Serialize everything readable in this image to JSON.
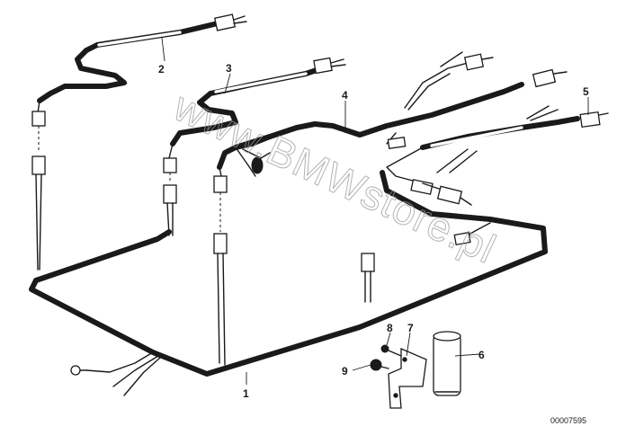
{
  "callouts": [
    {
      "id": "1",
      "label": "1"
    },
    {
      "id": "2",
      "label": "2"
    },
    {
      "id": "3",
      "label": "3"
    },
    {
      "id": "4",
      "label": "4"
    },
    {
      "id": "5",
      "label": "5"
    },
    {
      "id": "6",
      "label": "6"
    },
    {
      "id": "7",
      "label": "7"
    },
    {
      "id": "8",
      "label": "8"
    },
    {
      "id": "9",
      "label": "9"
    }
  ],
  "diagram_number": "00007595",
  "watermark": "www.BMWstore.pl",
  "colors": {
    "line": "#1a1a1a",
    "watermark": "#9a9a9a",
    "background": "#ffffff"
  }
}
